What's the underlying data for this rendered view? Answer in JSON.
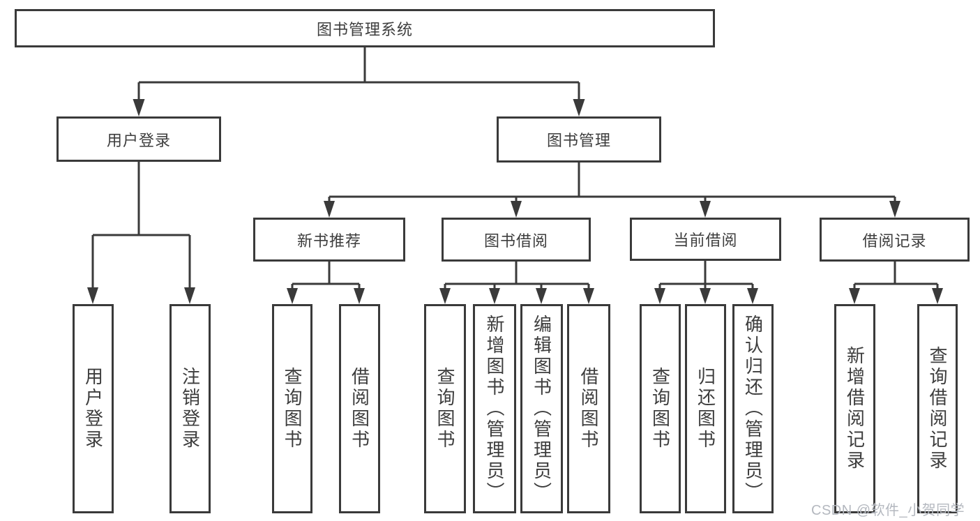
{
  "diagram": {
    "title": "图书管理系统",
    "watermark": "CSDN @软件_小贺同学",
    "colors": {
      "line": "#3a3a3a",
      "text": "#3d3d3d",
      "background": "#ffffff",
      "watermark": "#b4b8bf"
    },
    "level2": [
      {
        "label": "用户登录"
      },
      {
        "label": "图书管理"
      }
    ],
    "level3": [
      {
        "label": "新书推荐"
      },
      {
        "label": "图书借阅"
      },
      {
        "label": "当前借阅"
      },
      {
        "label": "借阅记录"
      }
    ],
    "leaves": {
      "user_login": [
        {
          "label": "用户登录"
        },
        {
          "label": "注销登录"
        }
      ],
      "new_book": [
        {
          "label": "查询图书"
        },
        {
          "label": "借阅图书"
        }
      ],
      "book_borrow": [
        {
          "label": "查询图书"
        },
        {
          "label": "新增图书（管理员）"
        },
        {
          "label": "编辑图书（管理员）"
        },
        {
          "label": "借阅图书"
        }
      ],
      "current_borrow": [
        {
          "label": "查询图书"
        },
        {
          "label": "归还图书"
        },
        {
          "label": "确认归还（管理员）"
        }
      ],
      "borrow_records": [
        {
          "label": "新增借阅记录"
        },
        {
          "label": "查询借阅记录"
        }
      ]
    }
  }
}
